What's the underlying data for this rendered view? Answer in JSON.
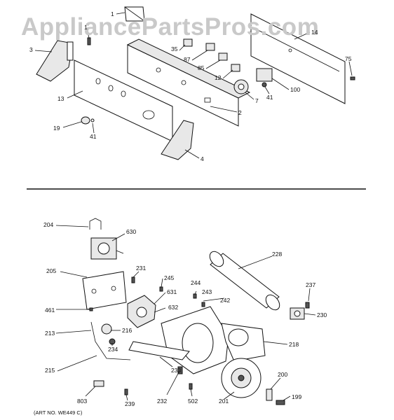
{
  "watermark": "AppliancePartsPros.com",
  "art_number": "(ART NO. WE449 C)",
  "callouts": {
    "c1a": "1",
    "c1b": "1",
    "c3": "3",
    "c13": "13",
    "c19": "19",
    "c41a": "41",
    "c2": "2",
    "c4": "4",
    "c35": "35",
    "c87": "87",
    "c85": "85",
    "c12": "12",
    "c7": "7",
    "c41b": "41",
    "c100": "100",
    "c14": "14",
    "c75": "75",
    "c204": "204",
    "c630": "630",
    "c205": "205",
    "c231": "231",
    "c245": "245",
    "c244": "244",
    "c243": "243",
    "c631": "631",
    "c242": "242",
    "c632": "632",
    "c461": "461",
    "c213": "213",
    "c216": "216",
    "c234": "234",
    "c215": "215",
    "c233": "233",
    "c228": "228",
    "c237": "237",
    "c230": "230",
    "c218": "218",
    "c200": "200",
    "c199": "199",
    "c201": "201",
    "c232": "232",
    "c502": "502",
    "c239": "239",
    "c803": "803"
  }
}
